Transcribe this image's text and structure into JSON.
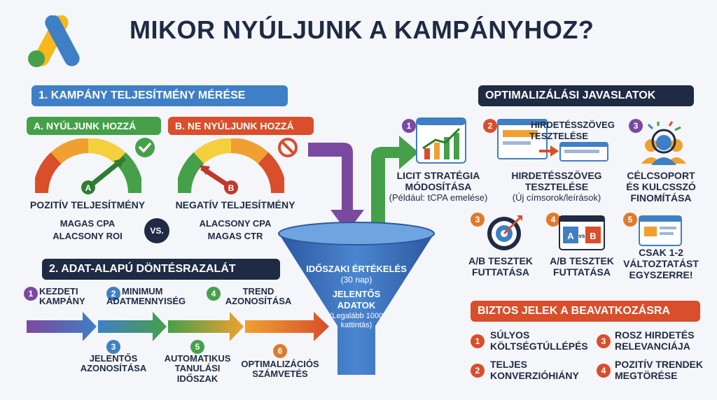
{
  "title": "MIKOR NYÚLJUNK A KAMPÁNYHOZ?",
  "section1": {
    "heading": "1. KAMPÁNY TELJESÍTMÉNY MÉRÉSE",
    "a": {
      "tag": "A. NYÚLJUNK HOZZÁ",
      "gauge_letter": "A",
      "title": "POZITÍV TELJESÍTMÉNY",
      "line1": "MAGAS CPA",
      "line2": "ALACSONY ROI"
    },
    "vs": "VS.",
    "b": {
      "tag": "B. NE NYÚLJUNK HOZZÁ",
      "gauge_letter": "B",
      "title": "NEGATÍV TELJESÍTMÉNY",
      "line1": "ALACSONY CPA",
      "line2": "MAGAS CTR"
    }
  },
  "section2": {
    "heading": "2. ADAT-ALAPÚ DÖNTÉSRAZALÁT",
    "steps": [
      {
        "n": "1",
        "label": "KEZDETI KAMPÁNY"
      },
      {
        "n": "2",
        "label": "MINIMUM ADATMENNYISÉG"
      },
      {
        "n": "3",
        "label": "JELENTŐS AZONOSÍTÁSA"
      },
      {
        "n": "4",
        "label": "TREND AZONOSÍTÁSA"
      },
      {
        "n": "5",
        "label": "AUTOMATIKUS TANULÁSI IDŐSZAK"
      },
      {
        "n": "6",
        "label": "OPTIMALIZÁCIÓS SZÁMVETÉS"
      }
    ]
  },
  "funnel": {
    "line1": "IDŐSZAKI ÉRTÉKELÉS",
    "line2": "(30 nap)",
    "line3": "JELENTŐS",
    "line4": "ADATOK",
    "line5": "(Legalább 1000",
    "line6": "kattintás)"
  },
  "optimization": {
    "heading": "OPTIMALIZÁLÁSI JAVASLATOK",
    "items": [
      {
        "n": "1",
        "title1": "LICIT STRATÉGIA",
        "title2": "MÓDOSÍTÁSA",
        "note": "(Például: tCPA emelése)"
      },
      {
        "n": "2",
        "top1": "HIRDETÉSSZÖVEG",
        "top2": "TESZTELÉSE",
        "title1": "HIRDETÉSSZÖVEG",
        "title2": "TESZTELÉSE",
        "note": "(Új címsorok/leírások)"
      },
      {
        "n": "3",
        "title1": "CÉLCSOPORT",
        "title2": "ÉS KULCSSZÓ",
        "title3": "FINOMÍTÁSA"
      },
      {
        "n": "3",
        "title1": "A/B TESZTEK",
        "title2": "FUTTATÁSA"
      },
      {
        "n": "4",
        "title1": "A/B TESZTEK",
        "title2": "FUTTATÁSA",
        "ab_a": "A",
        "ab_vs": "vs",
        "ab_b": "B"
      },
      {
        "n": "5",
        "title1": "CSAK 1-2",
        "title2": "VÁLTOZTATÁST",
        "title3": "EGYSZERRE!"
      }
    ]
  },
  "signals": {
    "heading": "BIZTOS JELEK A BEAVATKOZÁSRA",
    "items": [
      {
        "n": "1",
        "l1": "SÚLYOS",
        "l2": "KÖLTSÉGTÚLLÉPÉS"
      },
      {
        "n": "2",
        "l1": "TELJES",
        "l2": "KONVERZIÓHIÁNY"
      },
      {
        "n": "3",
        "l1": "ROSZ HIRDETÉS",
        "l2": "RELEVANCIÁJA"
      },
      {
        "n": "4",
        "l1": "POZITÍV TRENDEK",
        "l2": "MEGTÖRÉSE"
      }
    ]
  }
}
